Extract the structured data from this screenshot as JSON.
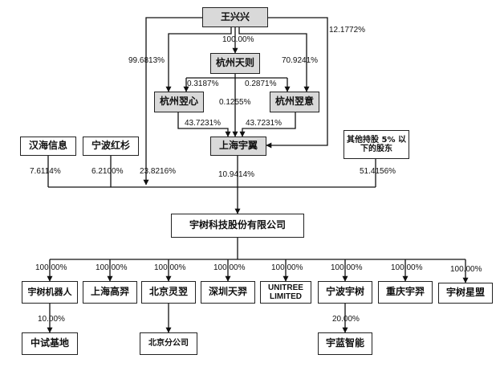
{
  "entities": {
    "wang": "王兴兴",
    "hz_tianze": "杭州天则",
    "hz_yixin": "杭州翌心",
    "hz_yiyi": "杭州翌意",
    "sh_yuyi": "上海宇翼",
    "hanhai": "汉海信息",
    "nb_hongshan": "宁波红杉",
    "others": "其他持股 5% 以下的股东",
    "company": "宇树科技股份有限公司",
    "robot": "宇树机器人",
    "sh_gaoyi": "上海高羿",
    "bj_lingyi": "北京灵翌",
    "sz_tianyi": "深圳天羿",
    "unitree_ltd": "UNITREE LIMITED",
    "nb_yushu": "宁波宇树",
    "cq_yuyi": "重庆宇羿",
    "yushu_xingmeng": "宇树星盟",
    "zhongshi": "中试基地",
    "bj_branch": "北京分公司",
    "yulan": "宇蓝智能"
  },
  "pct": {
    "wang_tianze": "100.00%",
    "wang_yixin": "99.6813%",
    "wang_yiyi": "70.9241%",
    "wang_yuyi": "12.1772%",
    "tianze_yixin": "0.3187%",
    "tianze_yiyi": "0.2871%",
    "tianze_yuyi": "0.1255%",
    "yixin_yuyi": "43.7231%",
    "yiyi_yuyi": "43.7231%",
    "hanhai_company": "7.6114%",
    "hongshan_company": "6.2100%",
    "wang_company": "23.8216%",
    "yuyi_company": "10.9414%",
    "others_company": "51.4156%",
    "sub_robot": "100.00%",
    "sub_gaoyi": "100.00%",
    "sub_lingyi": "100.00%",
    "sub_tianyi": "100.00%",
    "sub_unitree": "100.00%",
    "sub_nbyushu": "100.00%",
    "sub_cqyuyi": "100.00%",
    "sub_xingmeng": "100.00%",
    "robot_zhongshi": "10.00%",
    "nbyushu_yulan": "20.00%"
  }
}
